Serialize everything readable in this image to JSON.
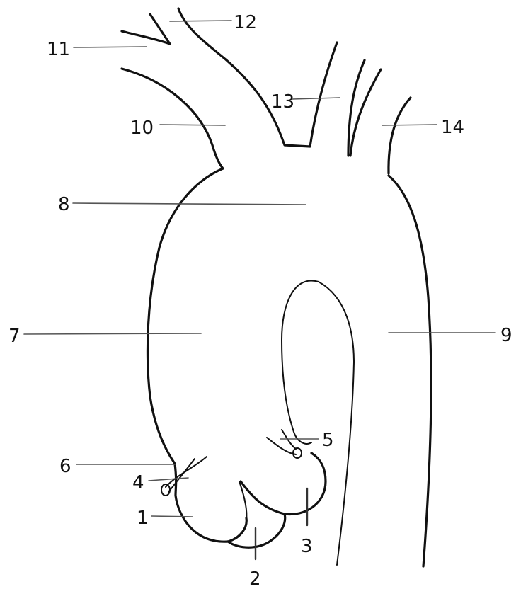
{
  "diagram": {
    "labels": [
      "1",
      "2",
      "3",
      "4",
      "5",
      "6",
      "7",
      "8",
      "9",
      "10",
      "11",
      "12",
      "13",
      "14"
    ]
  },
  "colors": {
    "stroke": "#111111",
    "leader": "#555555",
    "background": "#ffffff"
  }
}
